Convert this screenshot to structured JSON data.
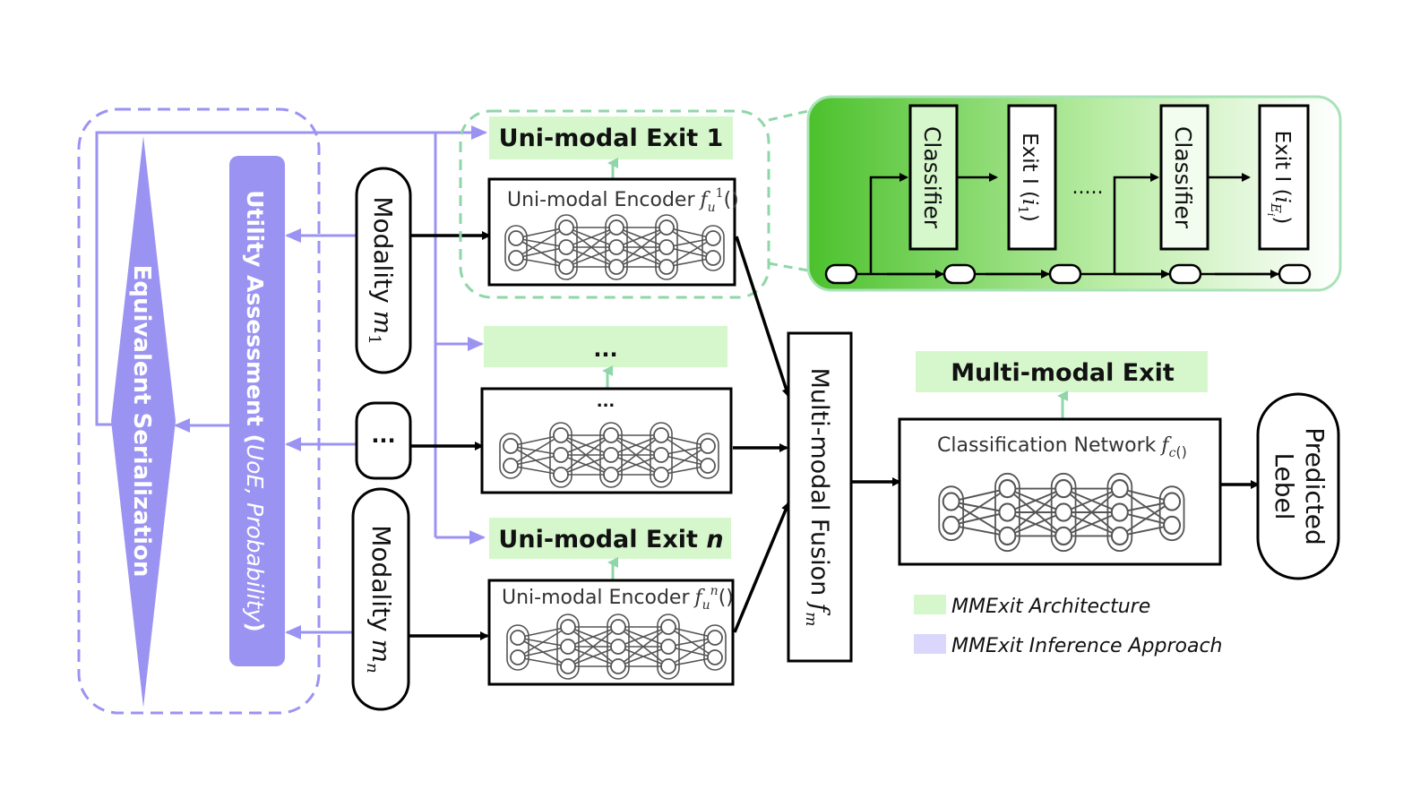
{
  "colors": {
    "architecture_green": "#d6f7cc",
    "inference_purple": "#9b93f2",
    "inference_light": "#d9d7fb",
    "dashed_green": "#8fd6a8",
    "panel_green": "#55c93a",
    "arrow_black": "#000000"
  },
  "exits": {
    "exit_1": "Uni-modal Exit 1",
    "exit_dots": "...",
    "exit_n_prefix": "Uni-modal Exit ",
    "exit_n_var": "n",
    "multi": "Multi-modal  Exit"
  },
  "encoders": {
    "enc1_label": "Uni-modal Encoder",
    "enc1_func": "f",
    "enc1_sub": "u",
    "enc1_sup": "1",
    "enc1_paren": "()",
    "enc_mid_label": "...",
    "encn_label": "Uni-modal Encoder",
    "encn_func": "f",
    "encn_sub": "u",
    "encn_sup": "n",
    "encn_paren": "()"
  },
  "modalities": {
    "m1_text": "Modality",
    "m1_var": "m",
    "m1_sub": "1",
    "mid": "...",
    "mn_text": "Modality",
    "mn_var": "m",
    "mn_sub": "n"
  },
  "utility": {
    "label_main": "Utility Assessment (",
    "label_italic": "UoE, Probability",
    "label_close": ")"
  },
  "serialization": "Equivalent Serialization",
  "fusion": {
    "label": "Multi-modal Fusion",
    "func": "f",
    "sub": "m"
  },
  "classification": {
    "label": "Classification Network",
    "func": "f",
    "sub": "c",
    "paren": "()"
  },
  "predicted": {
    "line1": "Predicted",
    "line2": "Lebel"
  },
  "detail_panel": {
    "classifier_1": "Classifier",
    "exit_1": "Exit I (",
    "exit_1_var": "i",
    "exit_1_sub": "1",
    "exit_1_close": ")",
    "dots": ".....",
    "classifier_2": "Classifier",
    "exit_2": "Exit I (",
    "exit_2_var": "i",
    "exit_2_sub": "E",
    "exit_2_subsub": "i",
    "exit_2_close": ")"
  },
  "legend": {
    "architecture": "MMExit Architecture",
    "inference": "MMExit Inference Approach"
  }
}
